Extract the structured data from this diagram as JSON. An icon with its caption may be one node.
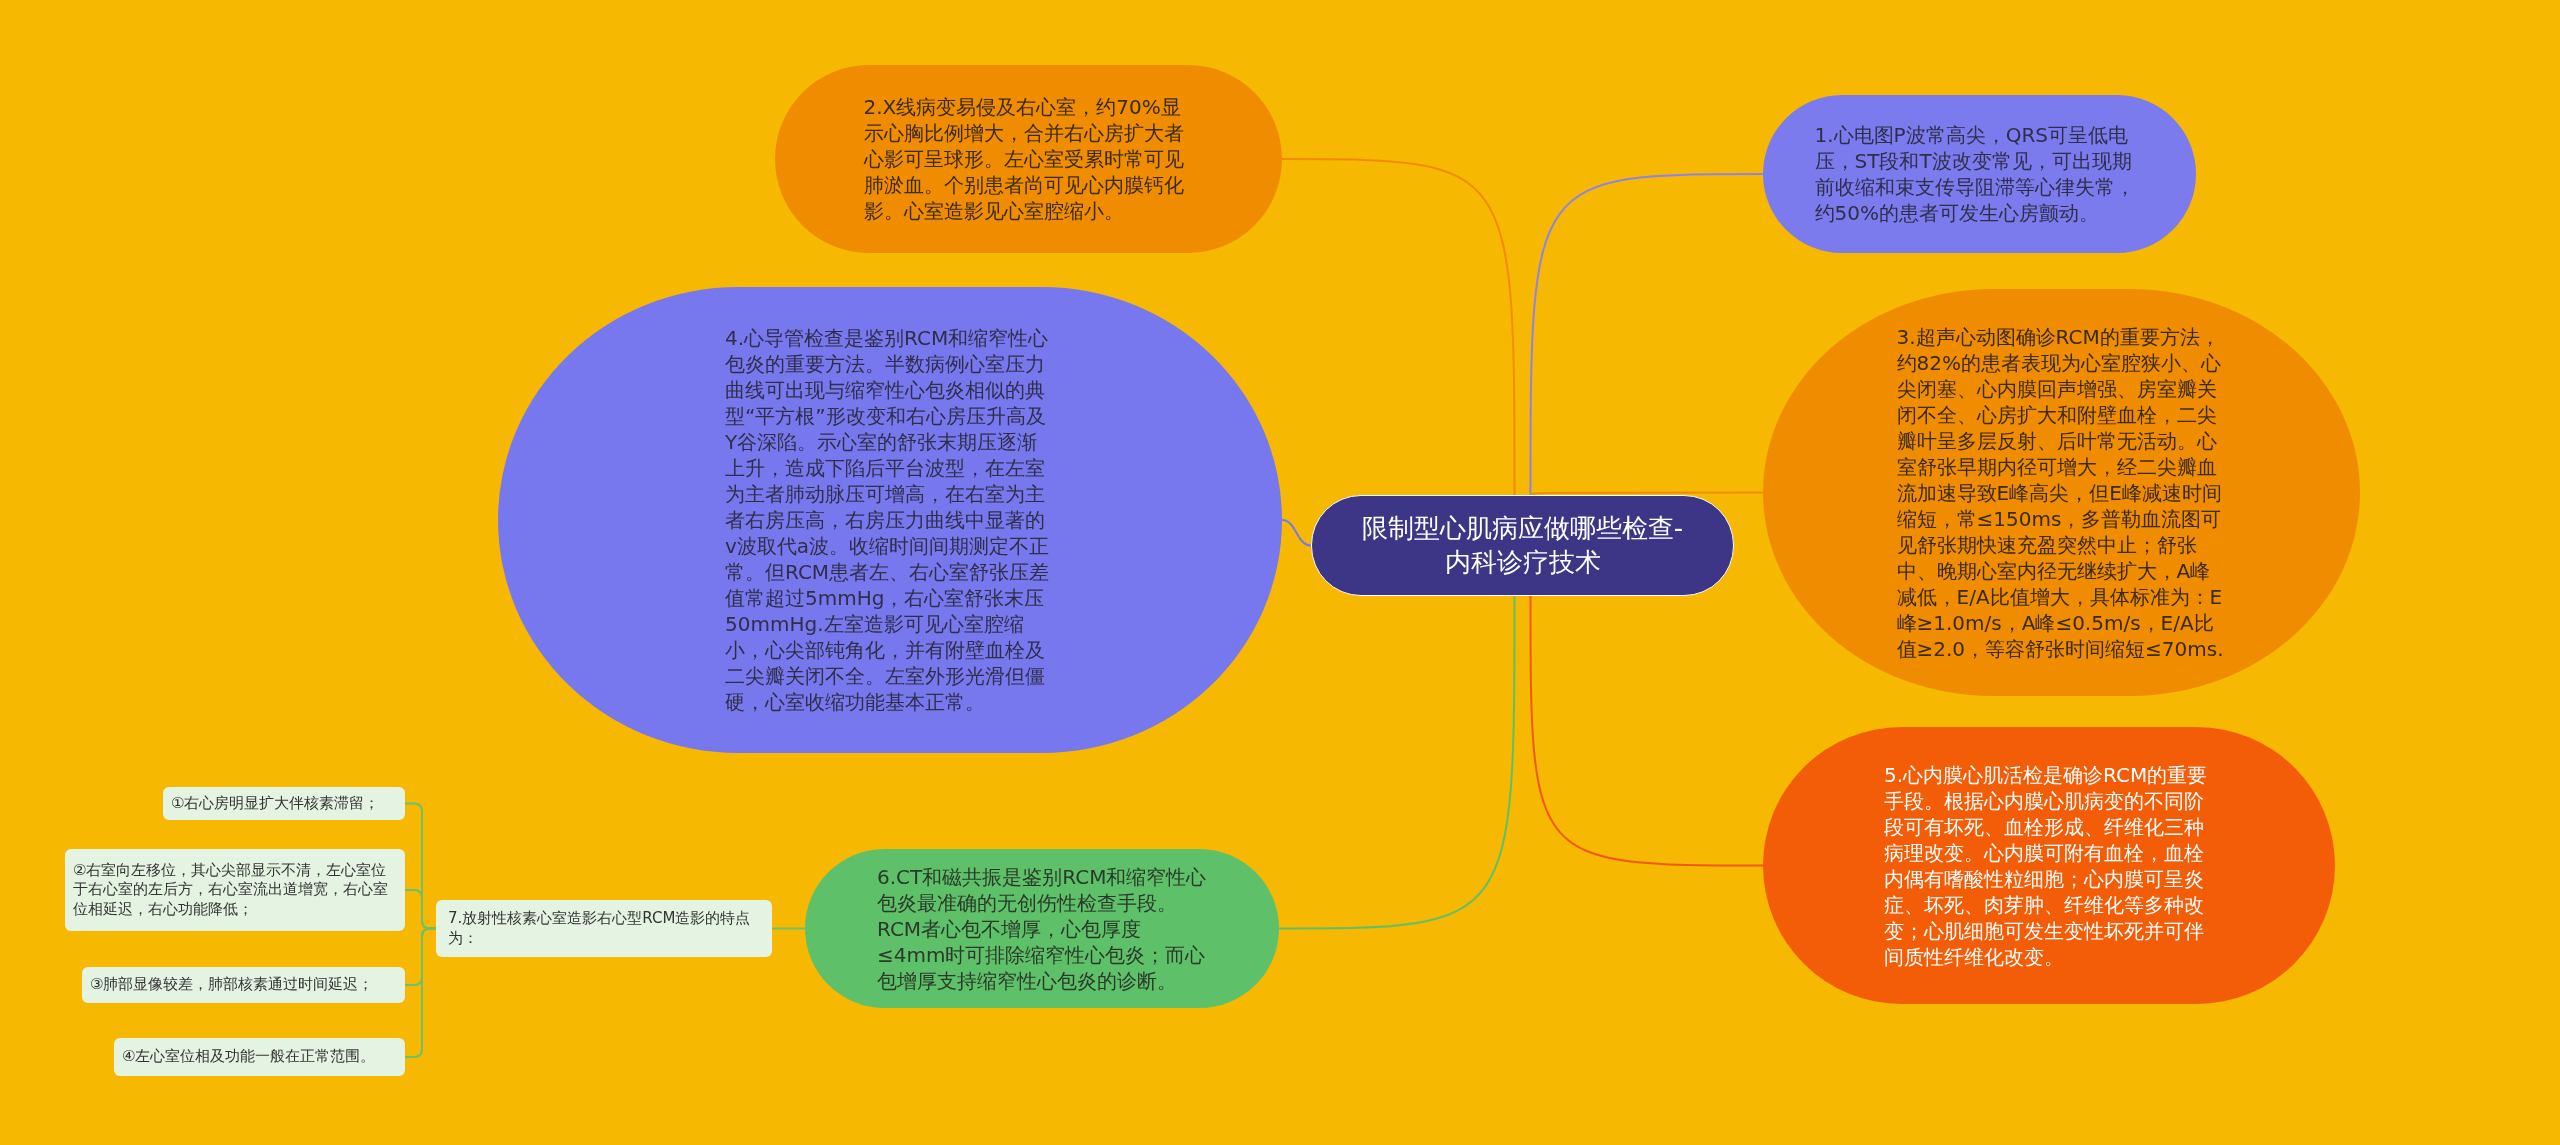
{
  "diagram": {
    "nodes": [
      {
        "text": [
          "限制型心肌病应做哪些检查-内科诊疗技术"
        ]
      },
      {
        "text": [
          "1.心电图P波常高尖，QRS可呈低电压，ST段和T波改变常见，可出现期前收缩和束支传导阻滞等心律失常，约50%的患者可发生心房颤动。"
        ]
      },
      {
        "text": [
          "2.X线病变易侵及右心室，约70%显示心胸比例增大，合并右心房扩大者心影可呈球形。左心室受累时常可见肺淤血。个别患者尚可见心内膜钙化影。心室造影见心室腔缩小。"
        ]
      },
      {
        "text": [
          "3.超声心动图确诊RCM的重要方法，约82%的患者表现为心室腔狭小、心尖闭塞、心内膜回声增强、房室瓣关闭不全、心房扩大和附壁血栓，二尖瓣叶呈多层反射、后叶常无活动。心室舒张早期内径可增大，经二尖瓣血流加速导致E峰高尖，但E峰减速时间缩短，常≤150ms，多普勒血流图可见舒张期快速充盈突然中止；舒张中、晚期心室内径无继续扩大，A峰减低，E/A比值增大，具体标准为：E峰≥1.0m/s，A峰≤0.5m/s，E/A比值≥2.0，等容舒张时间缩短≤70ms."
        ]
      },
      {
        "text": [
          "4.心导管检查是鉴别RCM和缩窄性心包炎的重要方法。半数病例心室压力曲线可出现与缩窄性心包炎相似的典型“平方根”形改变和右心房压升高及Y谷深陷。示心室的舒张末期压逐渐上升，造成下陷后平台波型，在左室为主者肺动脉压可增高，在右室为主者右房压高，右房压力曲线中显著的v波取代a波。收缩时间间期测定不正常。但RCM患者左、右心室舒张压差值常超过5mmHg，右心室舒张末压50mmHg.左室造影可见心室腔缩小，心尖部钝角化，并有附壁血栓及二尖瓣关闭不全。左室外形光滑但僵硬，心室收缩功能基本正常。"
        ]
      },
      {
        "text": [
          "5.心内膜心肌活检是确诊RCM的重要手段。根据心内膜心肌病变的不同阶段可有坏死、血栓形成、纤维化三种病理改变。心内膜可附有血栓，血栓内偶有嗜酸性粒细胞；心内膜可呈炎症、坏死、肉芽肿、纤维化等多种改变；心肌细胞可发生变性坏死并可伴间质性纤维化改变。"
        ]
      },
      {
        "text": [
          "6.CT和磁共振是鉴别RCM和缩窄性心包炎最准确的无创伤性检查手段。RCM者心包不增厚，心包厚度≤4mm时可排除缩窄性心包炎；而心包增厚支持缩窄性心包炎的诊断。"
        ]
      },
      {
        "text": [
          "7.放射性核素心室造影右心型RCM造影的特点为："
        ]
      },
      {
        "text": [
          "①右心房明显扩大伴核素滞留；"
        ]
      },
      {
        "text": [
          "②右室向左移位，其心尖部显示不清，左心室位于右心室的左后方，右心室流出道增宽，右心室位相延迟，右心功能降低；"
        ]
      },
      {
        "text": [
          "③肺部显像较差，肺部核素通过时间延迟；"
        ]
      },
      {
        "text": [
          "④左心室位相及功能一般在正常范围。"
        ]
      }
    ],
    "edges": [
      {
        "from": 0,
        "to": 1,
        "arrow": "none",
        "color": "#8c84ec"
      },
      {
        "from": 0,
        "to": 2,
        "arrow": "none",
        "color": "#f08c00"
      },
      {
        "from": 0,
        "to": 3,
        "arrow": "none",
        "color": "#f08c00"
      },
      {
        "from": 0,
        "to": 4,
        "arrow": "none",
        "color": "#7878ee"
      },
      {
        "from": 0,
        "to": 5,
        "arrow": "none",
        "color": "#f05a10"
      },
      {
        "from": 0,
        "to": 6,
        "arrow": "none",
        "color": "#5fc06a"
      },
      {
        "from": 6,
        "to": 7,
        "arrow": "none",
        "color": "#6cc070"
      },
      {
        "from": 7,
        "to": 8,
        "arrow": "none",
        "color": "#6cc070"
      },
      {
        "from": 7,
        "to": 9,
        "arrow": "none",
        "color": "#6cc070"
      },
      {
        "from": 7,
        "to": 10,
        "arrow": "none",
        "color": "#6cc070"
      },
      {
        "from": 7,
        "to": 11,
        "arrow": "none",
        "color": "#6cc070"
      }
    ]
  }
}
